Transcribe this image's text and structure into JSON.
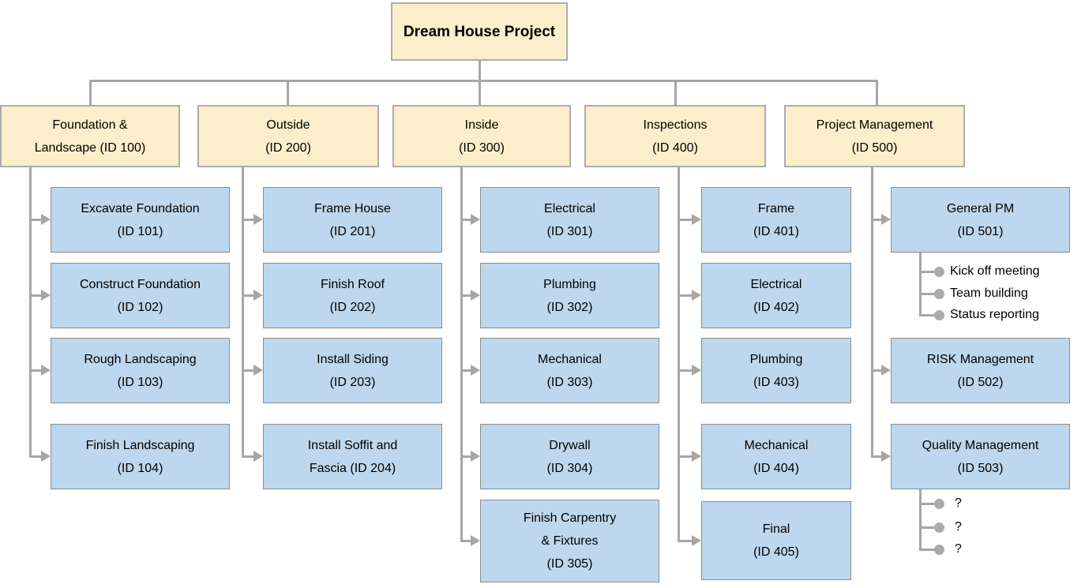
{
  "root": {
    "label": "Dream House Project"
  },
  "colors": {
    "parent_fill": "#FCEECB",
    "parent_border": "#ACACAC",
    "child_fill": "#BDD7EE",
    "child_border": "#8C8C8C",
    "connector_line": "#A6A6A6",
    "bullet_dot": "#ABABAB",
    "text": "#000000"
  },
  "columns": [
    {
      "label_lines": [
        "Foundation &",
        "Landscape (ID 100)"
      ],
      "children": [
        {
          "lines": [
            "Excavate Foundation",
            "(ID 101)"
          ]
        },
        {
          "lines": [
            "Construct Foundation",
            "(ID 102)"
          ]
        },
        {
          "lines": [
            "Rough Landscaping",
            "(ID 103)"
          ]
        },
        {
          "lines": [
            "Finish Landscaping",
            "(ID 104)"
          ]
        }
      ]
    },
    {
      "label_lines": [
        "Outside",
        "(ID 200)"
      ],
      "children": [
        {
          "lines": [
            "Frame House",
            "(ID 201)"
          ]
        },
        {
          "lines": [
            "Finish Roof",
            "(ID 202)"
          ]
        },
        {
          "lines": [
            "Install Siding",
            "(ID 203)"
          ]
        },
        {
          "lines": [
            "Install Soffit and",
            "Fascia  (ID 204)"
          ]
        }
      ]
    },
    {
      "label_lines": [
        "Inside",
        "(ID 300)"
      ],
      "children": [
        {
          "lines": [
            "Electrical",
            "(ID 301)"
          ]
        },
        {
          "lines": [
            "Plumbing",
            "(ID 302)"
          ]
        },
        {
          "lines": [
            "Mechanical",
            "(ID 303)"
          ]
        },
        {
          "lines": [
            "Drywall",
            "(ID 304)"
          ]
        },
        {
          "lines": [
            "Finish Carpentry",
            "& Fixtures",
            "(ID 305)"
          ]
        }
      ]
    },
    {
      "label_lines": [
        "Inspections",
        "(ID 400)"
      ],
      "children": [
        {
          "lines": [
            "Frame",
            "(ID 401)"
          ]
        },
        {
          "lines": [
            "Electrical",
            "(ID 402)"
          ]
        },
        {
          "lines": [
            "Plumbing",
            "(ID 403)"
          ]
        },
        {
          "lines": [
            "Mechanical",
            "(ID 404)"
          ]
        },
        {
          "lines": [
            "Final",
            "(ID 405)"
          ]
        }
      ]
    },
    {
      "label_lines": [
        "Project Management",
        "(ID 500)"
      ],
      "children": [
        {
          "lines": [
            "General PM",
            "(ID 501)"
          ],
          "bullets": [
            "Kick off meeting",
            "Team building",
            "Status reporting"
          ]
        },
        {
          "lines": [
            "RISK Management",
            "(ID 502)"
          ]
        },
        {
          "lines": [
            "Quality Management",
            "(ID 503)"
          ],
          "bullets": [
            "?",
            "?",
            "?"
          ]
        }
      ]
    }
  ]
}
